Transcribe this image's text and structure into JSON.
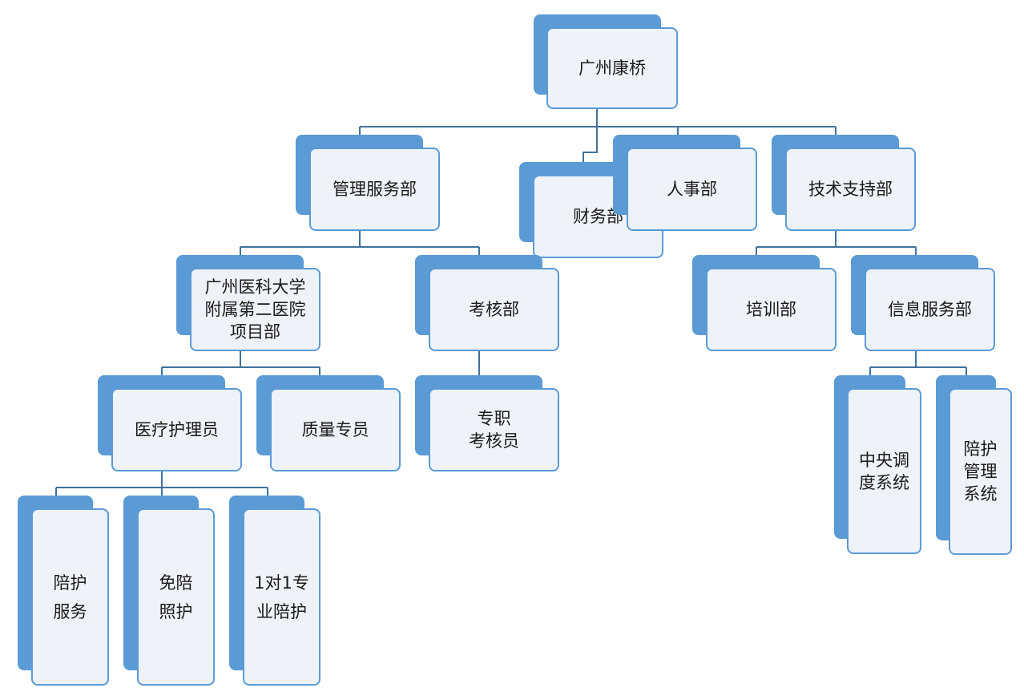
{
  "colors": {
    "accent": "#5b9bd5",
    "box_fill": "#eef2f9",
    "line": "#41719c"
  },
  "nodes": {
    "root": "广州康桥",
    "mgmt": "管理服务部",
    "finance": "财务部",
    "hr": "人事部",
    "tech": "技术支持部",
    "project": "广州医科大学\n附属第二医院\n项目部",
    "audit": "考核部",
    "training": "培训部",
    "info": "信息服务部",
    "nursing": "医疗护理员",
    "quality": "质量专员",
    "auditor": "专职\n考核员",
    "central": "中央调\n度系统",
    "escort_mgmt": "陪护\n管理\n系统",
    "escort": "陪护\n服务",
    "free_escort": "免陪\n照护",
    "one_on_one": "1对1专\n业陪护"
  }
}
